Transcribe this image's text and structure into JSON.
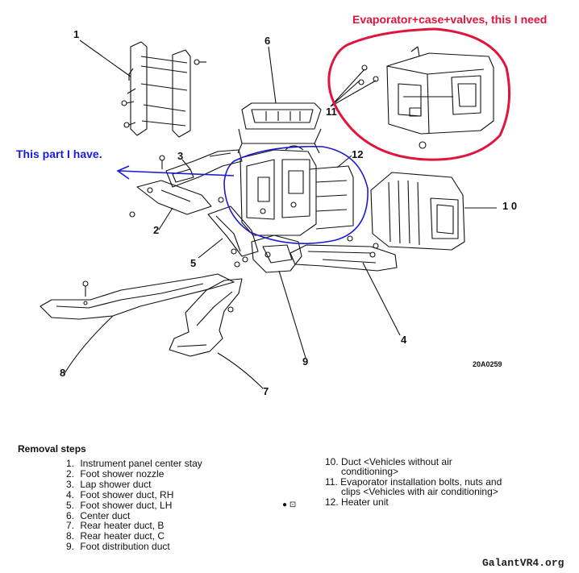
{
  "annotations": {
    "red_note": "Evaporator+case+valves, this I need",
    "blue_note": "This part I have."
  },
  "callouts": {
    "n1": "1",
    "n2": "2",
    "n3": "3",
    "n4": "4",
    "n5": "5",
    "n6": "6",
    "n7": "7",
    "n8": "8",
    "n9": "9",
    "n10": "1 0",
    "n11": "11",
    "n12": "12"
  },
  "figure_code": "20A0259",
  "removal": {
    "title": "Removal steps",
    "left_steps": [
      {
        "num": "1.",
        "text": "Instrument panel center stay"
      },
      {
        "num": "2.",
        "text": "Foot shower nozzle"
      },
      {
        "num": "3.",
        "text": "Lap shower duct"
      },
      {
        "num": "4.",
        "text": "Foot shower duct, RH"
      },
      {
        "num": "5.",
        "text": "Foot shower duct, LH"
      },
      {
        "num": "6.",
        "text": "Center duct"
      },
      {
        "num": "7.",
        "text": "Rear heater duct, B"
      },
      {
        "num": "8.",
        "text": "Rear heater duct, C"
      },
      {
        "num": "9.",
        "text": "Foot distribution duct"
      }
    ],
    "right_steps": {
      "s10_num": "10.",
      "s10_line1": "Duct <Vehicles without air",
      "s10_line2": "conditioning>",
      "s11_num": "11.",
      "s11_line1": "Evaporator installation bolts, nuts and",
      "s11_line2": "clips <Vehicles with air conditioning>",
      "s12_num": "12.",
      "s12_line1": "Heater unit"
    },
    "marker": "● ⊡"
  },
  "watermark": "GalantVR4.org",
  "colors": {
    "annotation_red": "#e0143c",
    "annotation_blue": "#1a1ad6",
    "line": "#111111"
  }
}
